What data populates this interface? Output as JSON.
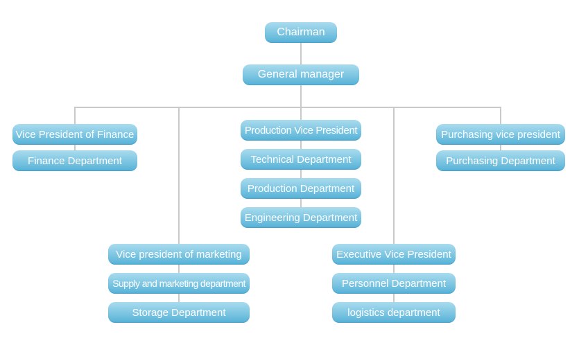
{
  "org_chart": {
    "colors": {
      "node_gradient_top": "#a9dbee",
      "node_gradient_mid": "#7cc5e2",
      "node_gradient_bottom": "#55b1d7",
      "node_text": "#ffffff",
      "connector_line": "#c9c9c9",
      "background": "#ffffff"
    },
    "nodes": [
      {
        "id": "chairman",
        "label": "Chairman"
      },
      {
        "id": "general-manager",
        "label": "General manager"
      },
      {
        "id": "vp-finance",
        "label": "Vice President of Finance"
      },
      {
        "id": "finance-dept",
        "label": "Finance Department"
      },
      {
        "id": "production-vp",
        "label": "Production Vice President"
      },
      {
        "id": "technical-dept",
        "label": "Technical Department"
      },
      {
        "id": "production-dept",
        "label": "Production Department"
      },
      {
        "id": "engineering-dept",
        "label": "Engineering Department"
      },
      {
        "id": "purchasing-vp",
        "label": "Purchasing vice president"
      },
      {
        "id": "purchasing-dept",
        "label": "Purchasing Department"
      },
      {
        "id": "vp-marketing",
        "label": "Vice president of marketing"
      },
      {
        "id": "supply-dept",
        "label": "Supply and marketing department"
      },
      {
        "id": "storage-dept",
        "label": "Storage Department"
      },
      {
        "id": "executive-vp",
        "label": "Executive Vice President"
      },
      {
        "id": "personnel-dept",
        "label": "Personnel Department"
      },
      {
        "id": "logistics-dept",
        "label": "logistics department"
      }
    ],
    "edges": [
      {
        "from": "Chairman",
        "to": "General manager"
      },
      {
        "from": "General manager",
        "to": "Vice President of Finance"
      },
      {
        "from": "Vice President of Finance",
        "to": "Finance Department"
      },
      {
        "from": "General manager",
        "to": "Vice president of marketing"
      },
      {
        "from": "Vice president of marketing",
        "to": "Supply and marketing department"
      },
      {
        "from": "Supply and marketing department",
        "to": "Storage Department"
      },
      {
        "from": "General manager",
        "to": "Production Vice President"
      },
      {
        "from": "Production Vice President",
        "to": "Technical Department"
      },
      {
        "from": "Technical Department",
        "to": "Production Department"
      },
      {
        "from": "Production Department",
        "to": "Engineering Department"
      },
      {
        "from": "General manager",
        "to": "Executive Vice President"
      },
      {
        "from": "Executive Vice President",
        "to": "Personnel Department"
      },
      {
        "from": "Personnel Department",
        "to": "logistics department"
      },
      {
        "from": "General manager",
        "to": "Purchasing vice president"
      },
      {
        "from": "Purchasing vice president",
        "to": "Purchasing Department"
      }
    ]
  }
}
